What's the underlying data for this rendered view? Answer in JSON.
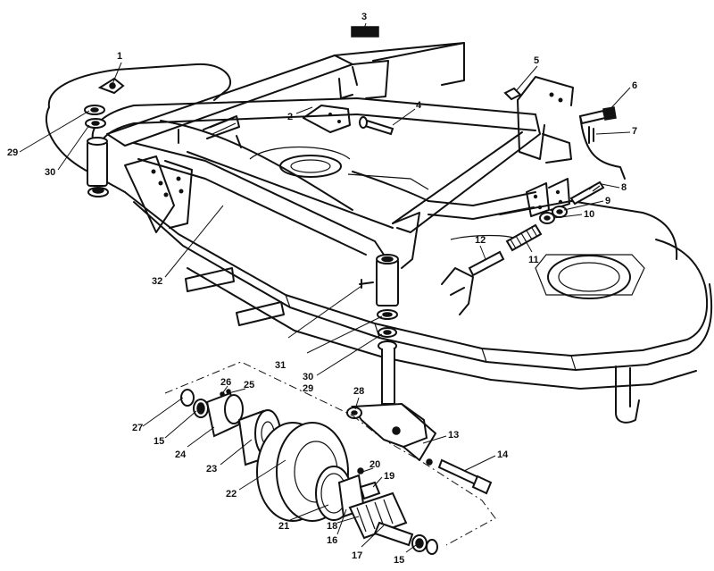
{
  "callouts": [
    "1",
    "2",
    "3",
    "4",
    "5",
    "6",
    "7",
    "8",
    "9",
    "10",
    "11",
    "12",
    "13",
    "14",
    "15",
    "15",
    "16",
    "17",
    "18",
    "19",
    "20",
    "21",
    "22",
    "23",
    "24",
    "25",
    "26",
    "27",
    "28",
    "29",
    "29",
    "30",
    "30",
    "31",
    "32"
  ]
}
